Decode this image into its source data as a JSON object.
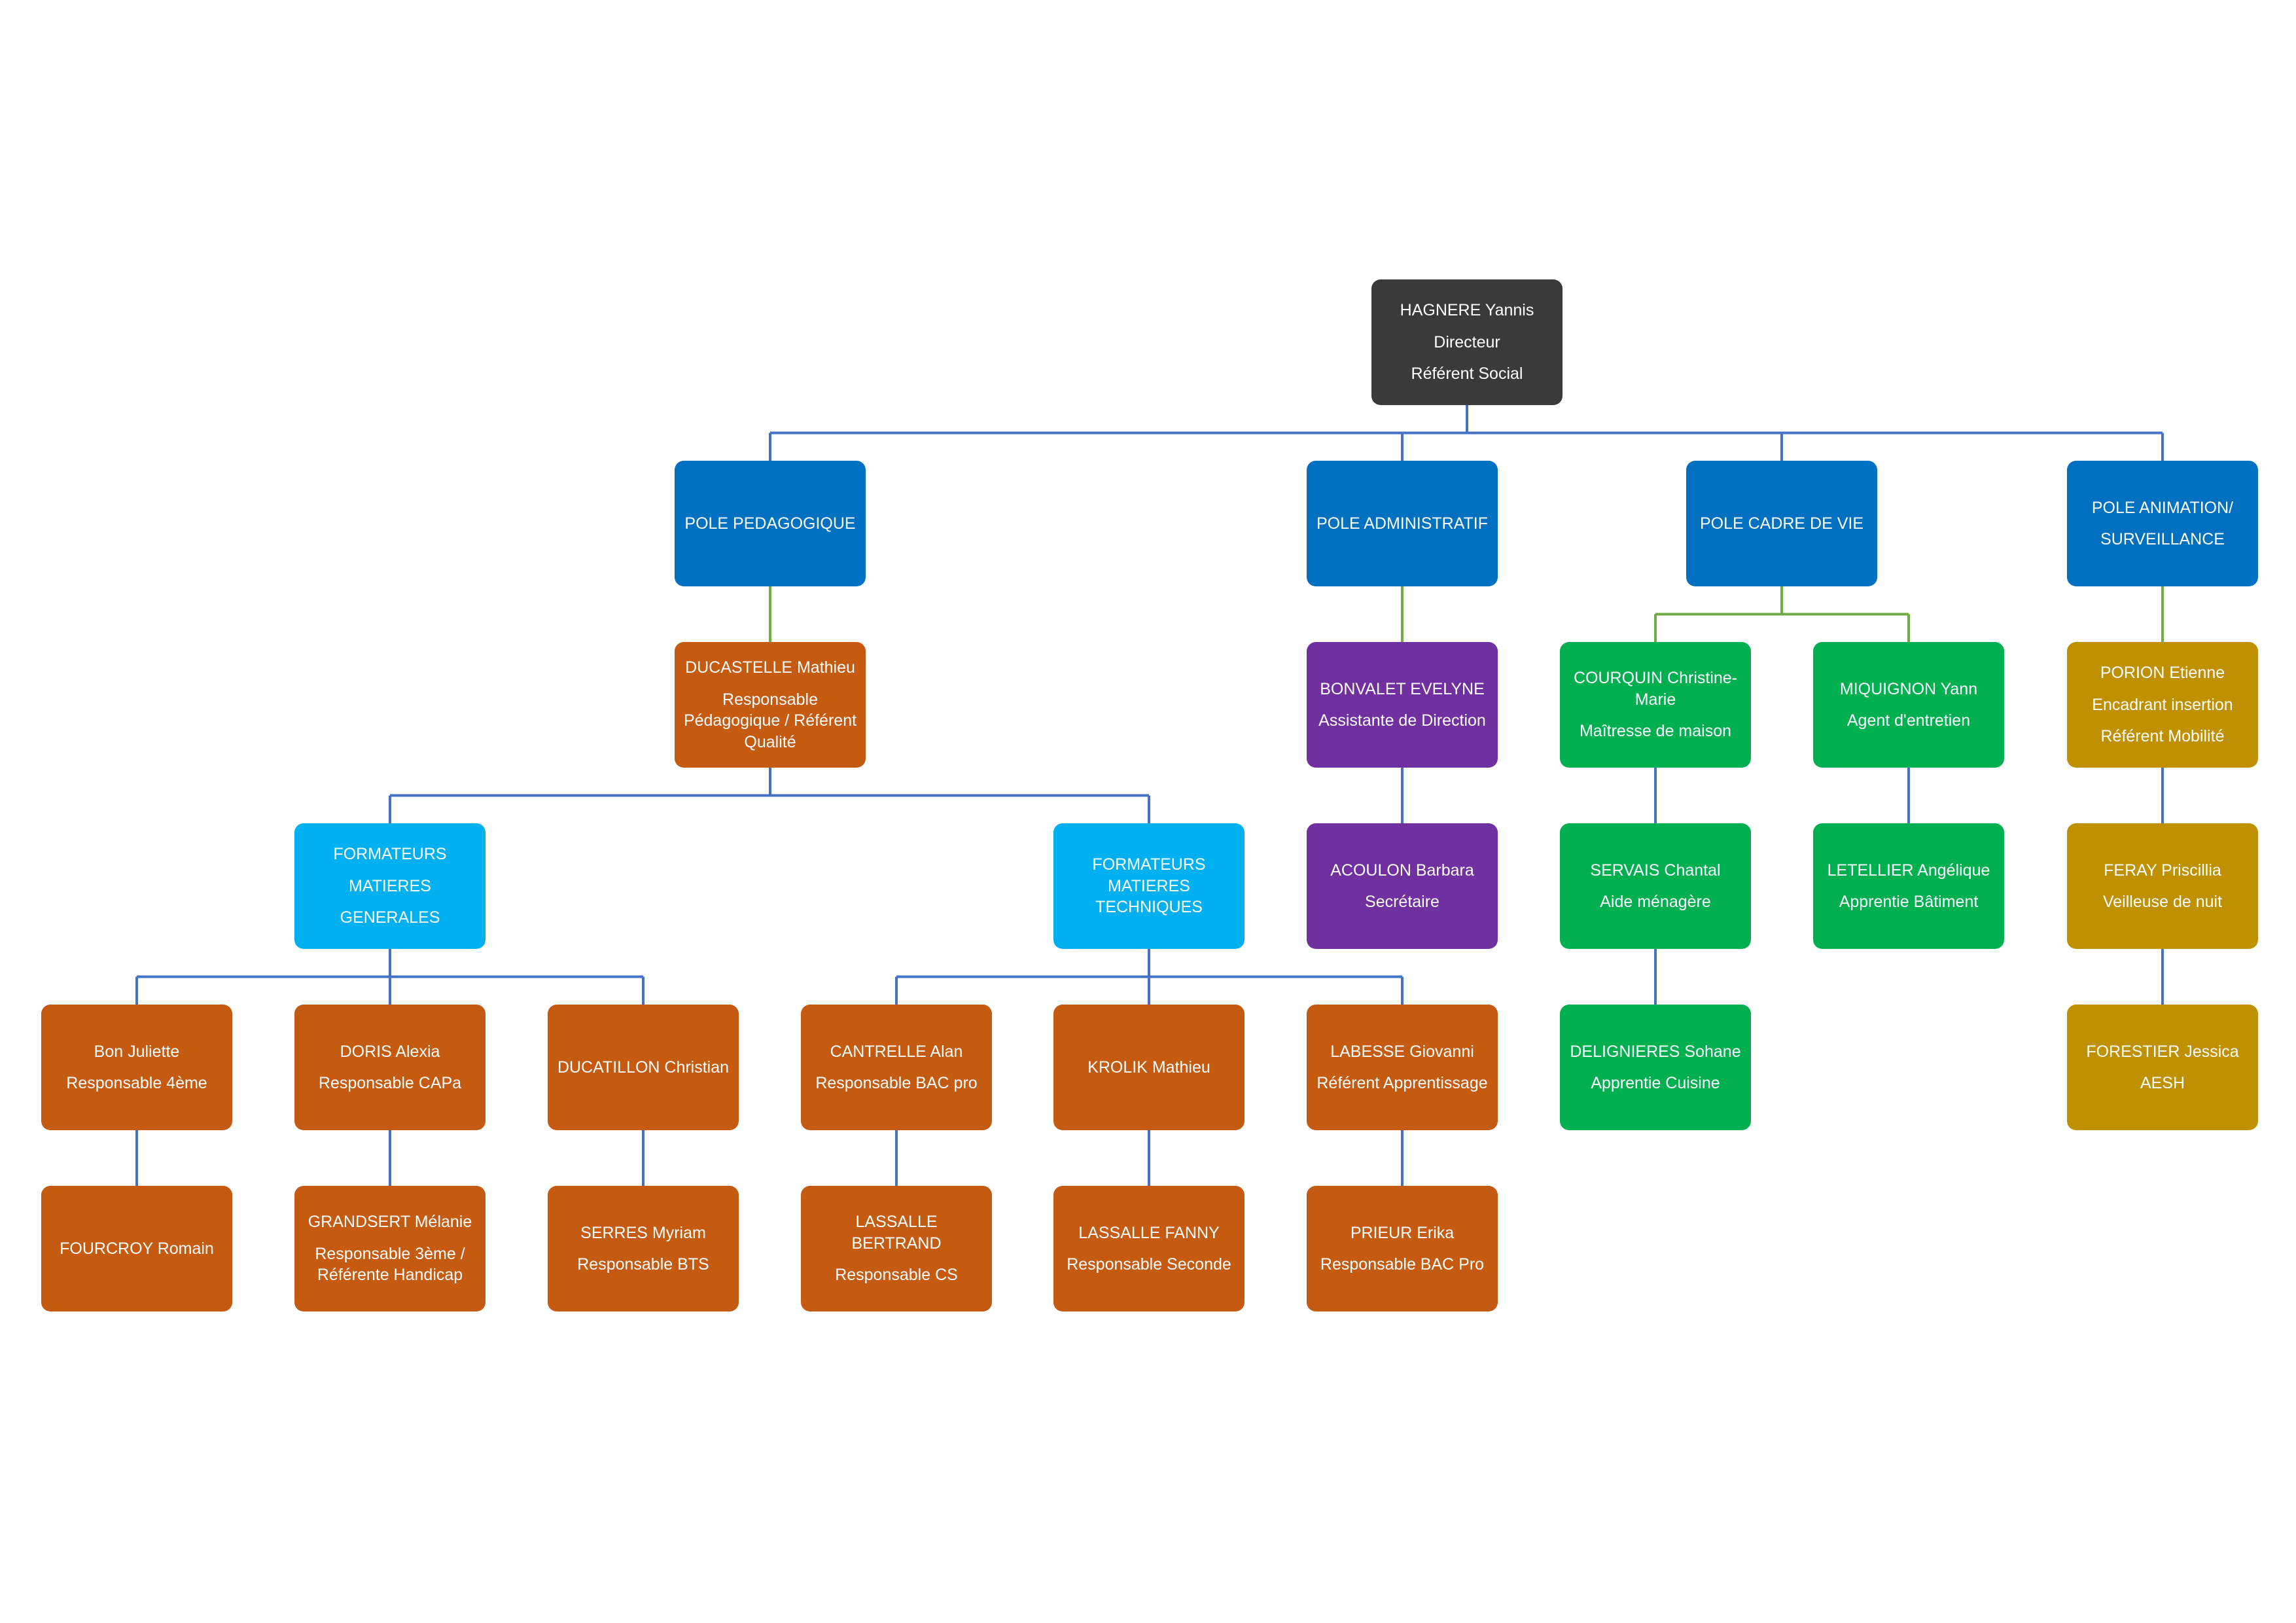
{
  "colors": {
    "director": "#3a3a3a",
    "pole": "#0070c0",
    "trainer_group": "#00b0f0",
    "pedagogy_staff": "#c55a11",
    "admin_staff": "#7030a0",
    "living_staff": "#00b050",
    "animation_staff": "#bf9000",
    "connector_blue": "#4472c4",
    "connector_green": "#70ad47"
  },
  "nodes": [
    {
      "id": "director",
      "group": "director",
      "lines": [
        "HAGNERE Yannis",
        "Directeur",
        "Référent Social"
      ]
    },
    {
      "id": "pole-pedagogique",
      "group": "pole",
      "lines": [
        "POLE PEDAGOGIQUE"
      ]
    },
    {
      "id": "pole-administratif",
      "group": "pole",
      "lines": [
        "POLE ADMINISTRATIF"
      ]
    },
    {
      "id": "pole-cadre-de-vie",
      "group": "pole",
      "lines": [
        "POLE CADRE DE VIE"
      ]
    },
    {
      "id": "pole-animation",
      "group": "pole",
      "lines": [
        "POLE ANIMATION/",
        "SURVEILLANCE"
      ]
    },
    {
      "id": "ducastelle",
      "group": "pedagogy_staff",
      "lines": [
        "DUCASTELLE Mathieu",
        "Responsable Pédagogique / Référent Qualité"
      ]
    },
    {
      "id": "bonvalet",
      "group": "admin_staff",
      "lines": [
        "BONVALET EVELYNE",
        "Assistante de Direction"
      ]
    },
    {
      "id": "courquin",
      "group": "living_staff",
      "lines": [
        "COURQUIN Christine-Marie",
        "Maîtresse de maison"
      ]
    },
    {
      "id": "miquignon",
      "group": "living_staff",
      "lines": [
        "MIQUIGNON Yann",
        "Agent d'entretien"
      ]
    },
    {
      "id": "porion",
      "group": "animation_staff",
      "lines": [
        "PORION Etienne",
        "Encadrant insertion",
        "Référent Mobilité"
      ]
    },
    {
      "id": "formateurs-generales",
      "group": "trainer_group",
      "lines": [
        "FORMATEURS",
        "MATIERES",
        "GENERALES"
      ]
    },
    {
      "id": "formateurs-techniques",
      "group": "trainer_group",
      "lines": [
        "FORMATEURS MATIERES TECHNIQUES"
      ]
    },
    {
      "id": "acoulon",
      "group": "admin_staff",
      "lines": [
        "ACOULON Barbara",
        "Secrétaire"
      ]
    },
    {
      "id": "servais",
      "group": "living_staff",
      "lines": [
        "SERVAIS Chantal",
        "Aide ménagère"
      ]
    },
    {
      "id": "letellier",
      "group": "living_staff",
      "lines": [
        "LETELLIER Angélique",
        "Apprentie Bâtiment"
      ]
    },
    {
      "id": "feray",
      "group": "animation_staff",
      "lines": [
        "FERAY Priscillia",
        "Veilleuse de nuit"
      ]
    },
    {
      "id": "bon",
      "group": "pedagogy_staff",
      "lines": [
        "Bon Juliette",
        "Responsable 4ème"
      ]
    },
    {
      "id": "doris",
      "group": "pedagogy_staff",
      "lines": [
        "DORIS Alexia",
        "Responsable CAPa"
      ]
    },
    {
      "id": "ducatillon",
      "group": "pedagogy_staff",
      "lines": [
        "DUCATILLON Christian"
      ]
    },
    {
      "id": "cantrelle",
      "group": "pedagogy_staff",
      "lines": [
        "CANTRELLE Alan",
        "Responsable BAC pro"
      ]
    },
    {
      "id": "krolik",
      "group": "pedagogy_staff",
      "lines": [
        "KROLIK Mathieu"
      ]
    },
    {
      "id": "labesse",
      "group": "pedagogy_staff",
      "lines": [
        "LABESSE Giovanni",
        "Référent Apprentissage"
      ]
    },
    {
      "id": "delignieres",
      "group": "living_staff",
      "lines": [
        "DELIGNIERES Sohane",
        "Apprentie Cuisine"
      ]
    },
    {
      "id": "forestier",
      "group": "animation_staff",
      "lines": [
        "FORESTIER Jessica",
        "AESH"
      ]
    },
    {
      "id": "fourcroy",
      "group": "pedagogy_staff",
      "lines": [
        "FOURCROY Romain"
      ]
    },
    {
      "id": "grandsert",
      "group": "pedagogy_staff",
      "lines": [
        "GRANDSERT Mélanie",
        "Responsable 3ème / Référente Handicap"
      ]
    },
    {
      "id": "serres",
      "group": "pedagogy_staff",
      "lines": [
        "SERRES Myriam",
        "Responsable BTS"
      ]
    },
    {
      "id": "lassalle-bertrand",
      "group": "pedagogy_staff",
      "lines": [
        "LASSALLE BERTRAND",
        "Responsable CS"
      ]
    },
    {
      "id": "lassalle-fanny",
      "group": "pedagogy_staff",
      "lines": [
        "LASSALLE FANNY",
        "Responsable Seconde"
      ]
    },
    {
      "id": "prieur",
      "group": "pedagogy_staff",
      "lines": [
        "PRIEUR Erika",
        "Responsable BAC Pro"
      ]
    }
  ],
  "edges": [
    {
      "from": "director",
      "to": [
        "pole-pedagogique",
        "pole-administratif",
        "pole-cadre-de-vie",
        "pole-animation"
      ],
      "color": "connector_blue"
    },
    {
      "from": "pole-pedagogique",
      "to": [
        "ducastelle"
      ],
      "color": "connector_green"
    },
    {
      "from": "pole-administratif",
      "to": [
        "bonvalet"
      ],
      "color": "connector_green"
    },
    {
      "from": "pole-cadre-de-vie",
      "to": [
        "courquin",
        "miquignon"
      ],
      "color": "connector_green"
    },
    {
      "from": "pole-animation",
      "to": [
        "porion"
      ],
      "color": "connector_green"
    },
    {
      "from": "ducastelle",
      "to": [
        "formateurs-generales",
        "formateurs-techniques"
      ],
      "color": "connector_blue"
    },
    {
      "from": "bonvalet",
      "to": [
        "acoulon"
      ],
      "color": "connector_blue"
    },
    {
      "from": "courquin",
      "to": [
        "servais"
      ],
      "color": "connector_blue"
    },
    {
      "from": "miquignon",
      "to": [
        "letellier"
      ],
      "color": "connector_blue"
    },
    {
      "from": "porion",
      "to": [
        "feray"
      ],
      "color": "connector_blue"
    },
    {
      "from": "formateurs-generales",
      "to": [
        "bon",
        "doris",
        "ducatillon"
      ],
      "color": "connector_blue"
    },
    {
      "from": "formateurs-techniques",
      "to": [
        "cantrelle",
        "krolik",
        "labesse"
      ],
      "color": "connector_blue"
    },
    {
      "from": "servais",
      "to": [
        "delignieres"
      ],
      "color": "connector_blue"
    },
    {
      "from": "feray",
      "to": [
        "forestier"
      ],
      "color": "connector_blue"
    },
    {
      "from": "bon",
      "to": [
        "fourcroy"
      ],
      "color": "connector_blue"
    },
    {
      "from": "doris",
      "to": [
        "grandsert"
      ],
      "color": "connector_blue"
    },
    {
      "from": "ducatillon",
      "to": [
        "serres"
      ],
      "color": "connector_blue"
    },
    {
      "from": "cantrelle",
      "to": [
        "lassalle-bertrand"
      ],
      "color": "connector_blue"
    },
    {
      "from": "krolik",
      "to": [
        "lassalle-fanny"
      ],
      "color": "connector_blue"
    },
    {
      "from": "labesse",
      "to": [
        "prieur"
      ],
      "color": "connector_blue"
    }
  ]
}
